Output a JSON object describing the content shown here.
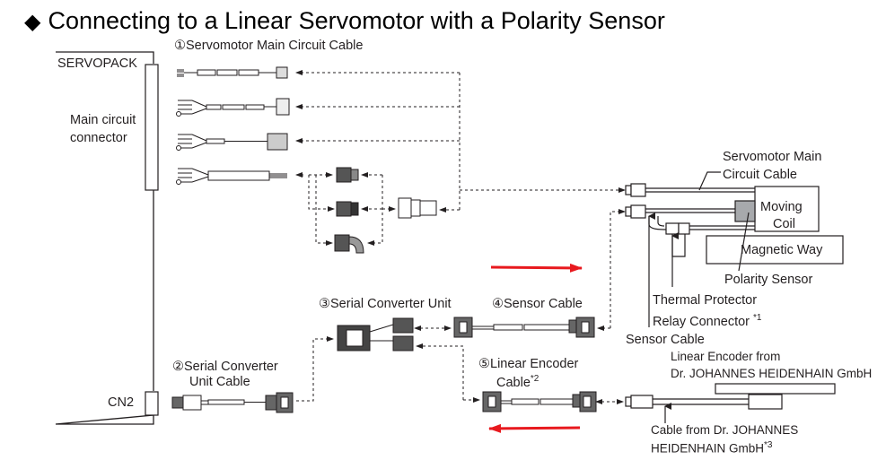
{
  "title": {
    "bullet_icon": "◆",
    "text": "Connecting to a Linear Servomotor with a Polarity Sensor"
  },
  "servopack": {
    "name": "SERVOPACK",
    "main_circuit_connector_line1": "Main circuit",
    "main_circuit_connector_line2": "connector",
    "cn2": "CN2"
  },
  "cables": {
    "c1": {
      "number": "①",
      "label": "Servomotor Main Circuit Cable"
    },
    "c2": {
      "number": "②",
      "label_line1": "Serial Converter",
      "label_line2": "Unit Cable"
    },
    "c3": {
      "number": "③",
      "label": "Serial Converter Unit"
    },
    "c4": {
      "number": "④",
      "label": "Sensor Cable"
    },
    "c5": {
      "number": "⑤",
      "label_line1": "Linear Encoder",
      "label_line2": "Cable",
      "note": "*2"
    }
  },
  "motor": {
    "main_circuit_cable_line1": "Servomotor Main",
    "main_circuit_cable_line2": "Circuit Cable",
    "moving_coil_line1": "Moving",
    "moving_coil_line2": "Coil",
    "magnetic_way": "Magnetic Way",
    "polarity_sensor": "Polarity Sensor",
    "thermal_line1": "Thermal Protector",
    "thermal_line2": "Relay Connector",
    "thermal_note": "*1",
    "sensor_cable": "Sensor Cable"
  },
  "encoder": {
    "line1": "Linear Encoder from",
    "line2": "Dr. JOHANNES HEIDENHAIN GmbH",
    "cable_line1": "Cable from Dr. JOHANNES",
    "cable_line2": "HEIDENHAIN GmbH",
    "cable_note": "*3"
  },
  "colors": {
    "ink": "#231f20",
    "arrow_red": "#e8191e",
    "sensor_gray": "#a7a9ac"
  }
}
